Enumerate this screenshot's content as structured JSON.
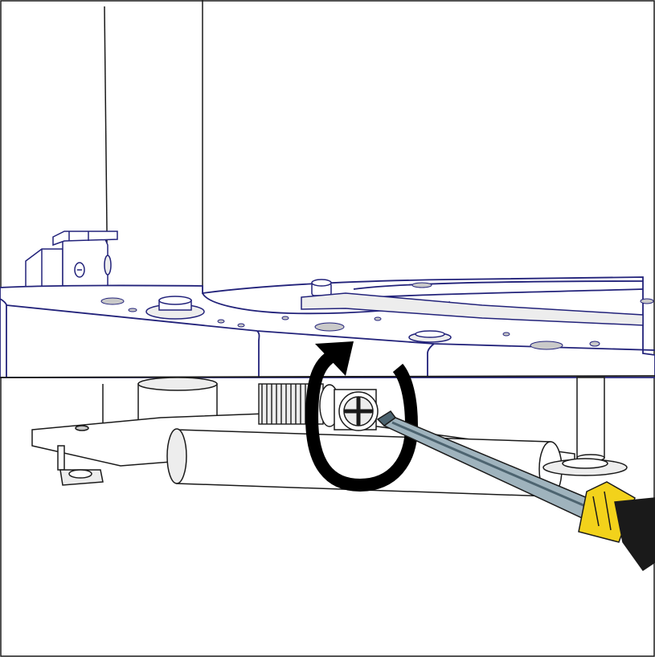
{
  "figure": {
    "subject": "screw-adjustment-illustration",
    "action": "turn-screw-with-phillips-screwdriver",
    "rotation_direction": "clockwise"
  },
  "colors": {
    "outline": "#22227a",
    "line": "#1a1a1a",
    "arrow": "#000000",
    "shade": "#c9c9c9",
    "light_shade": "#ededed",
    "screwdriver_shaft": "#9fb3bd",
    "screwdriver_shaft_dark": "#4d6470",
    "handle_yellow": "#f2d21b",
    "handle_black": "#1a1a1a",
    "background": "#ffffff"
  },
  "icons": {
    "arrow": "rotate-clockwise-icon",
    "tool": "phillips-screwdriver-icon",
    "screw": "phillips-screw-head-icon"
  }
}
